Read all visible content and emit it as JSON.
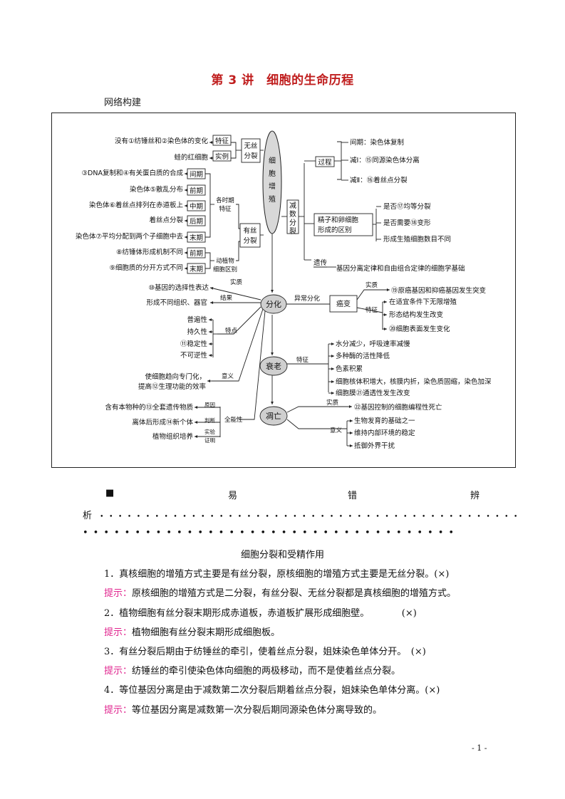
{
  "header": {
    "title": "第 3 讲　细胞的生命历程",
    "section": "网络构建"
  },
  "map": {
    "center_label": "细\n胞\n增\n殖",
    "left": {
      "amitosis": {
        "box": "无丝\n分裂",
        "feature_tag": "特征",
        "example_tag": "实例",
        "feature_text": "没有①纺锤丝和②染色体的变化",
        "example_text": "蛙的红细胞"
      },
      "mitosis": {
        "box": "有丝\n分裂",
        "phase_features": "各时期\n特征",
        "plant_animal": "动植物\n细胞区别",
        "phases": [
          {
            "tag": "间期",
            "text": "③DNA复制和④有关蛋白质的合成"
          },
          {
            "tag": "前期",
            "text": "染色体⑤散乱分布"
          },
          {
            "tag": "中期",
            "text": "染色体⑥着丝点排列在赤道板上"
          },
          {
            "tag": "后期",
            "text": "着丝点分裂"
          },
          {
            "tag": "末期",
            "text": "染色体⑦平均分配到两个子细胞中去"
          }
        ],
        "differences": [
          {
            "tag": "前期",
            "text": "⑧纺锤体形成机制不同"
          },
          {
            "tag": "末期",
            "text": "⑨细胞质的分开方式不同"
          }
        ]
      }
    },
    "meiosis": {
      "box": "减\n数\n分\n裂",
      "process_tag": "过程",
      "process": [
        "间期：染色体复制",
        "减Ⅰ：⑮同源染色体分离",
        "减Ⅱ：⑯着丝点分裂"
      ],
      "gamete_box": "精子和卵细胞\n形成的区别",
      "gamete": [
        "是否⑰均等分裂",
        "是否需要⑱变形",
        "形成生殖细胞数目不同"
      ],
      "heredity_tag": "遗传",
      "heredity_text": "基因分离定律和自由组合定律的细胞学基础"
    },
    "differentiation": {
      "node": "分化",
      "essence": "实质",
      "result": "结果",
      "essence_text": "⑩基因的选择性表达",
      "result_text": "形成不同组织、器官",
      "trait_tag": "特点",
      "traits": [
        "普遍性",
        "持久性",
        "⑪稳定性",
        "不可逆性"
      ],
      "meaning_tag": "意义",
      "meaning_text": "使细胞趋向专门化，\n提高⑫生理功能的效率",
      "totipotency_tag": "全能性",
      "reason": "原因",
      "judge": "判断",
      "proof": "实验\n证明",
      "totipotency_texts": [
        "含有本物种的⑬全套遗传物质",
        "离体后形成⑭新个体",
        "植物组织培养"
      ],
      "abnormal": "异常分化",
      "cancer": "癌变",
      "cancer_essence": "实质",
      "cancer_essence_text": "⑲原癌基因和抑癌基因发生突变",
      "cancer_trait": "特征",
      "cancer_traits": [
        "在适宜条件下无限增殖",
        "形态结构发生改变",
        "⑳细胞表面发生变化"
      ]
    },
    "aging": {
      "node": "衰老",
      "trait_tag": "特征",
      "traits": [
        "水分减少，呼吸速率减慢",
        "多种酶的活性降低",
        "色素积累",
        "细胞核体积增大，核膜内折，染色质固缩，染色加深",
        "细胞膜㉑通透性发生改变"
      ]
    },
    "apoptosis": {
      "node": "凋亡",
      "essence": "实质",
      "essence_text": "㉒基因控制的细胞编程性死亡",
      "meaning": "意义",
      "meanings": [
        "生物发育的基础之一",
        "维持内部环境的稳定",
        "抵御外界干扰"
      ]
    }
  },
  "mistakes": {
    "heading_chars": [
      "■",
      "易",
      "错",
      "辨"
    ],
    "heading_tail": "析",
    "dots_line1": "••••••••••••••••••••••••••••••••••••••••••••••",
    "dots_line2": "••••••••••••••••••••••••••••••••••••",
    "subheading": "细胞分裂和受精作用",
    "label": "提示：",
    "items": [
      {
        "q": "1．真核细胞的增殖方式主要是有丝分裂，原核细胞的增殖方式主要是无丝分裂。(×)",
        "a": "原核细胞的增殖方式是二分裂，有丝分裂、无丝分裂都是真核细胞的增殖方式。"
      },
      {
        "q": "2．植物细胞有丝分裂末期形成赤道板，赤道板扩展形成细胞壁。　　　　(×)",
        "a": "植物细胞有丝分裂末期形成细胞板。"
      },
      {
        "q": "3．有丝分裂后期由于纺锤丝的牵引，使着丝点分裂，姐妹染色单体分开。　(×)",
        "a": "纺锤丝的牵引使染色体向细胞的两极移动，而不是使着丝点分裂。"
      },
      {
        "q": "4．等位基因分离是由于减数第二次分裂后期着丝点分裂，姐妹染色单体分离。(×)",
        "a": "等位基因分离是减数第一次分裂后期同源染色体分离导致的。"
      }
    ]
  },
  "footer": {
    "page": "- 1 -"
  }
}
